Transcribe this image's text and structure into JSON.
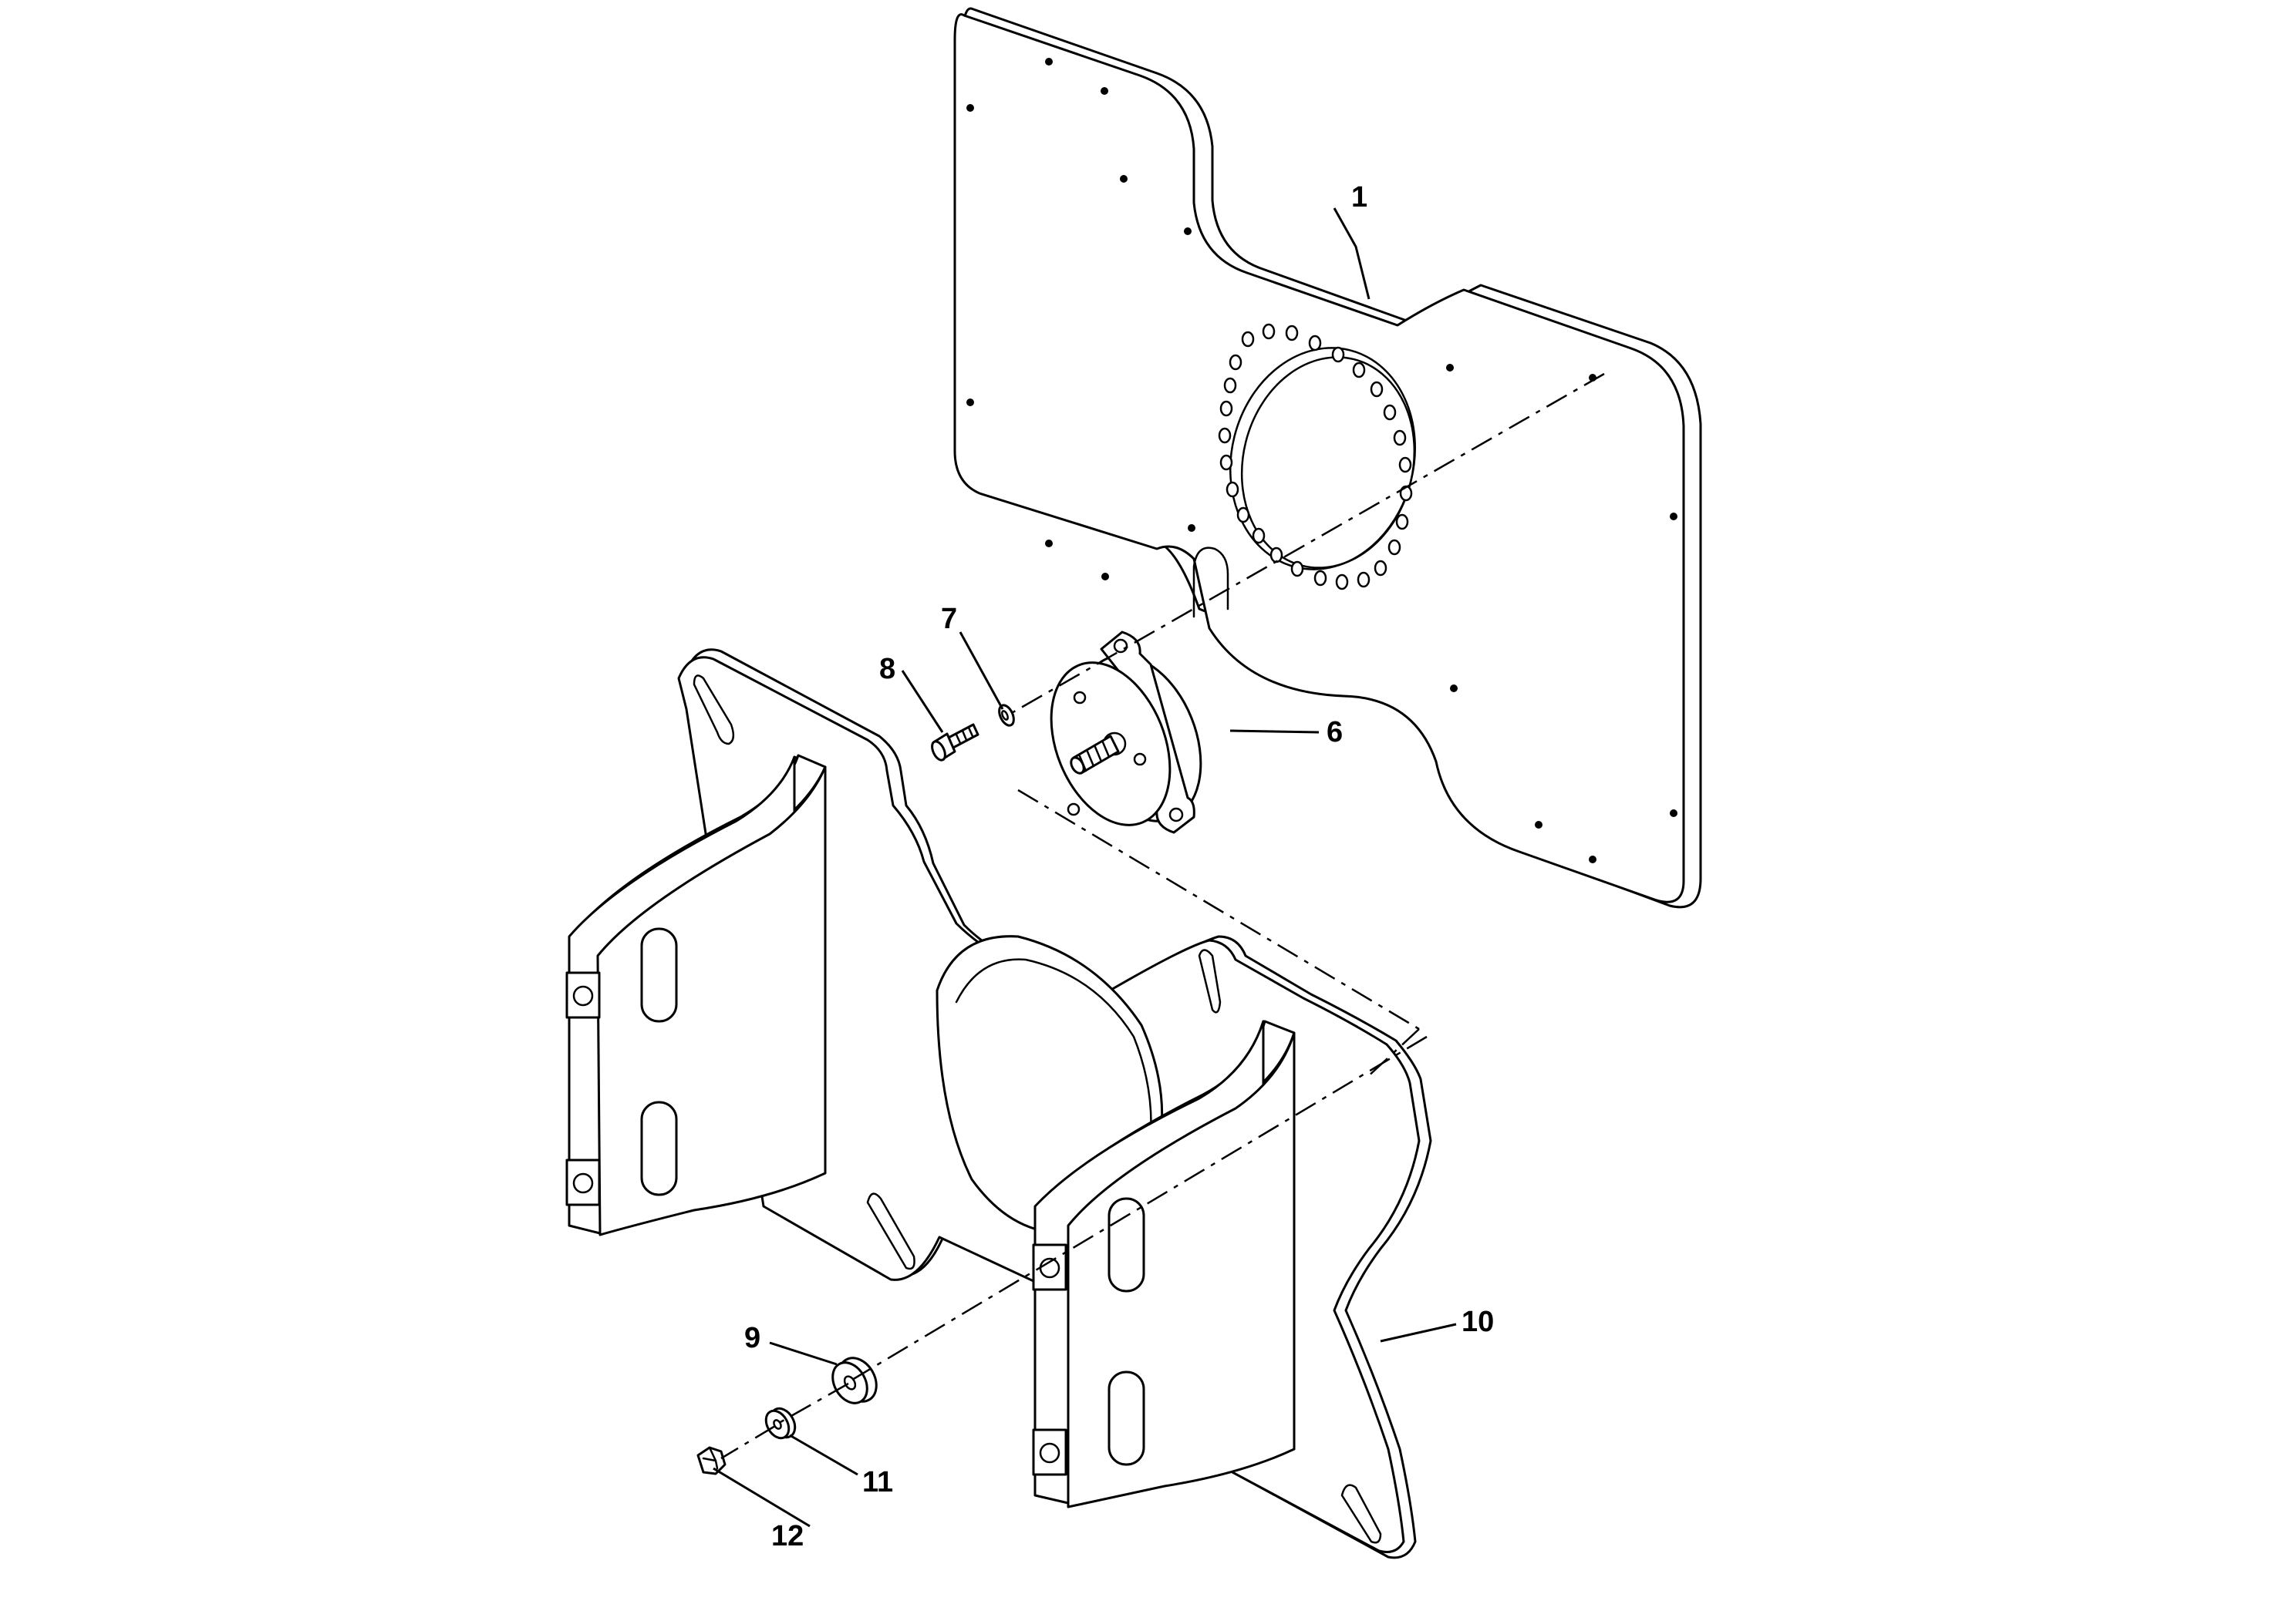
{
  "callouts": {
    "c1": "1",
    "c6": "6",
    "c7": "7",
    "c8": "8",
    "c9": "9",
    "c10": "10",
    "c11": "11",
    "c12": "12"
  },
  "colors": {
    "line": "#000000",
    "background": "#ffffff"
  }
}
